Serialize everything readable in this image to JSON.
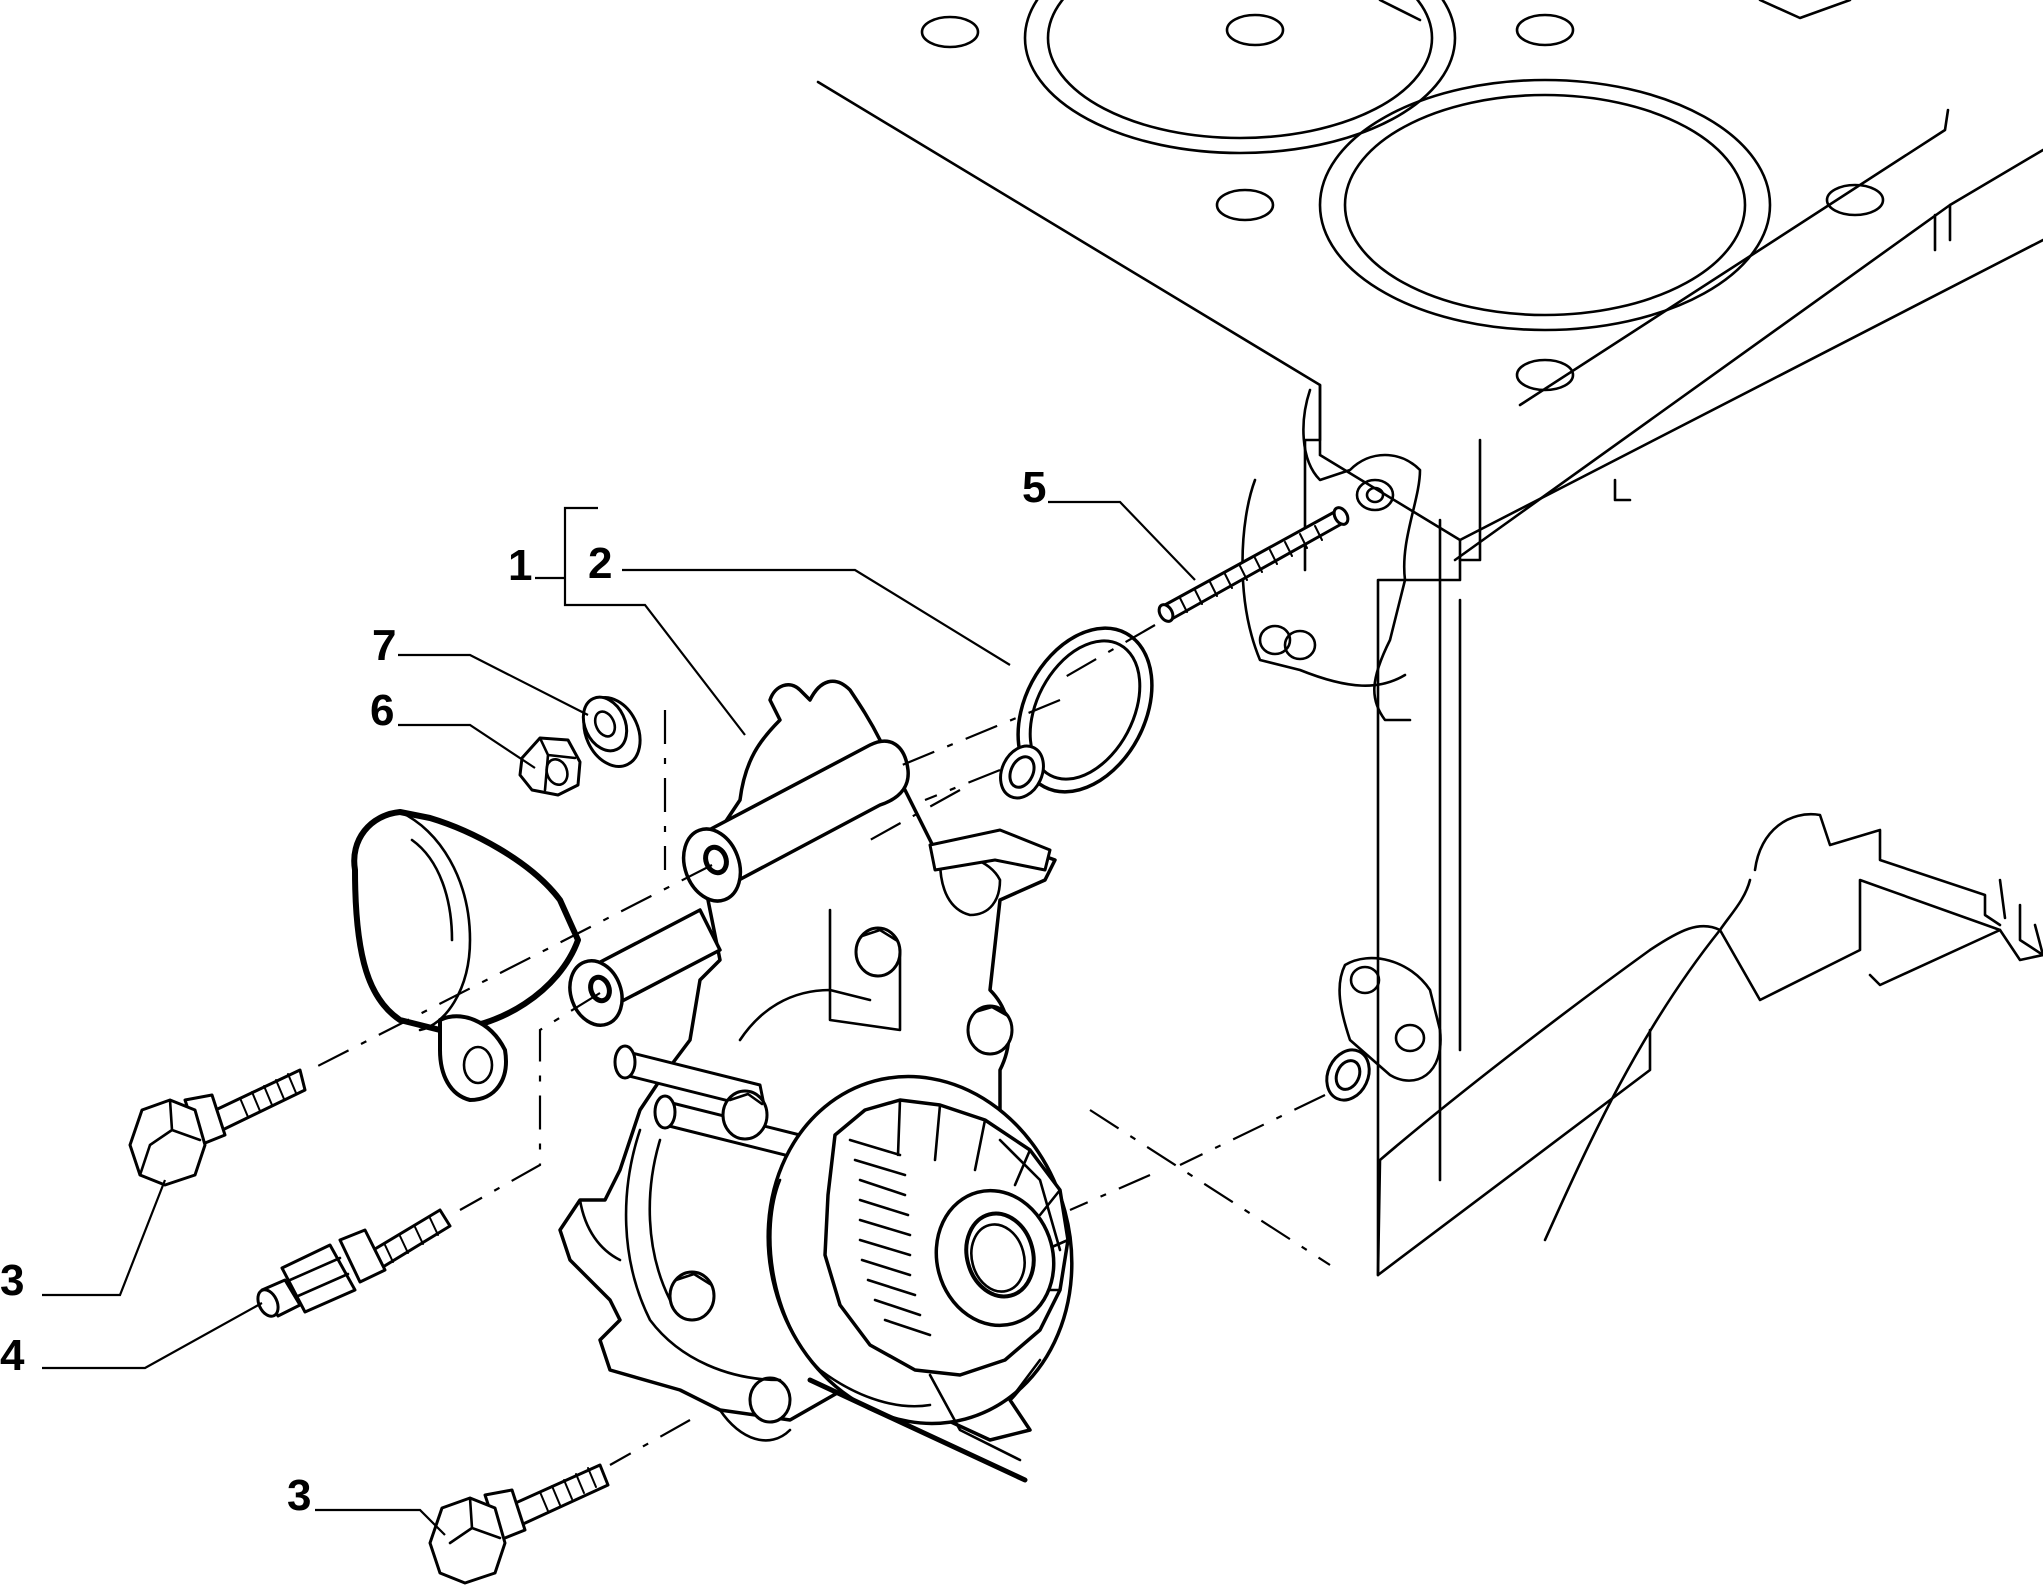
{
  "diagram": {
    "callouts": {
      "c1": "1",
      "c2": "2",
      "c3a": "3",
      "c3b": "3",
      "c4": "4",
      "c5": "5",
      "c6": "6",
      "c7": "7"
    },
    "line_color": "#000000",
    "background_color": "#ffffff"
  }
}
